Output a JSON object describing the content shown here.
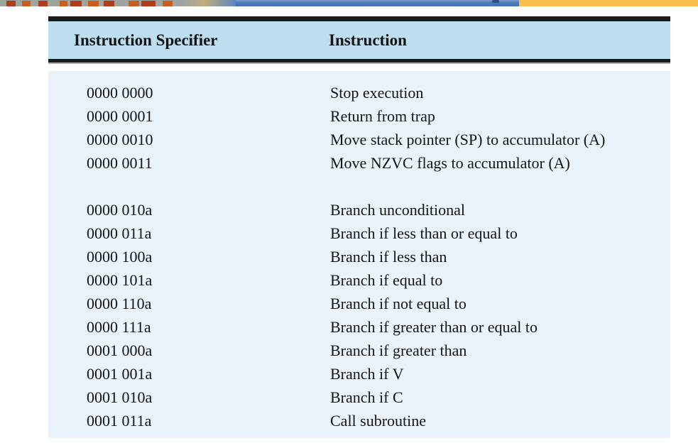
{
  "colors": {
    "header_bg": "#BCDEEF",
    "body_bg": "#E9F2F8",
    "rule": "#1B1B1B",
    "text": "#141414",
    "banner_gray": "#9EA5A1",
    "banner_blue": "#4B79BC",
    "banner_yellow": "#FBBF4D"
  },
  "table": {
    "headers": [
      "Instruction Specifier",
      "Instruction"
    ],
    "groups": [
      {
        "rows": [
          {
            "specifier": "0000 0000",
            "instruction": "Stop execution"
          },
          {
            "specifier": "0000 0001",
            "instruction": "Return from trap"
          },
          {
            "specifier": "0000 0010",
            "instruction": "Move stack pointer (SP) to accumulator (A)"
          },
          {
            "specifier": "0000 0011",
            "instruction": "Move NZVC flags to accumulator (A)"
          }
        ]
      },
      {
        "rows": [
          {
            "specifier": "0000 010a",
            "instruction": "Branch unconditional"
          },
          {
            "specifier": "0000 011a",
            "instruction": "Branch if less than or equal to"
          },
          {
            "specifier": "0000 100a",
            "instruction": "Branch if less than"
          },
          {
            "specifier": "0000 101a",
            "instruction": "Branch if equal to"
          },
          {
            "specifier": "0000 110a",
            "instruction": "Branch if not equal to"
          },
          {
            "specifier": "0000 111a",
            "instruction": "Branch if greater than or equal to"
          },
          {
            "specifier": "0001 000a",
            "instruction": "Branch if greater than"
          },
          {
            "specifier": "0001 001a",
            "instruction": "Branch if V"
          },
          {
            "specifier": "0001 010a",
            "instruction": "Branch if C"
          },
          {
            "specifier": "0001 011a",
            "instruction": "Call subroutine"
          }
        ]
      }
    ]
  }
}
